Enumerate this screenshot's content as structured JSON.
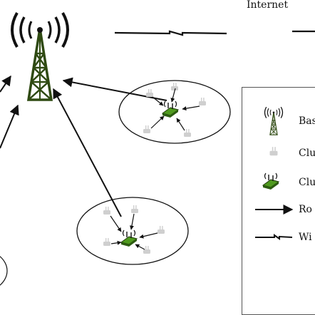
{
  "internet": {
    "label": "Internet"
  },
  "legend": {
    "items": [
      {
        "icon": "base-station-icon",
        "label": "Bas"
      },
      {
        "icon": "cluster-member-node-icon",
        "label": "Clu"
      },
      {
        "icon": "cluster-head-router-icon",
        "label": "Clu"
      },
      {
        "icon": "routing-arrow-icon",
        "label": "Ro"
      },
      {
        "icon": "wireless-link-icon",
        "label": "Wi"
      }
    ]
  },
  "colors": {
    "tower": "#2f4a12",
    "cluster_head": "#4f9a1e",
    "member_node": "#cfcfcf",
    "line": "#111111"
  }
}
